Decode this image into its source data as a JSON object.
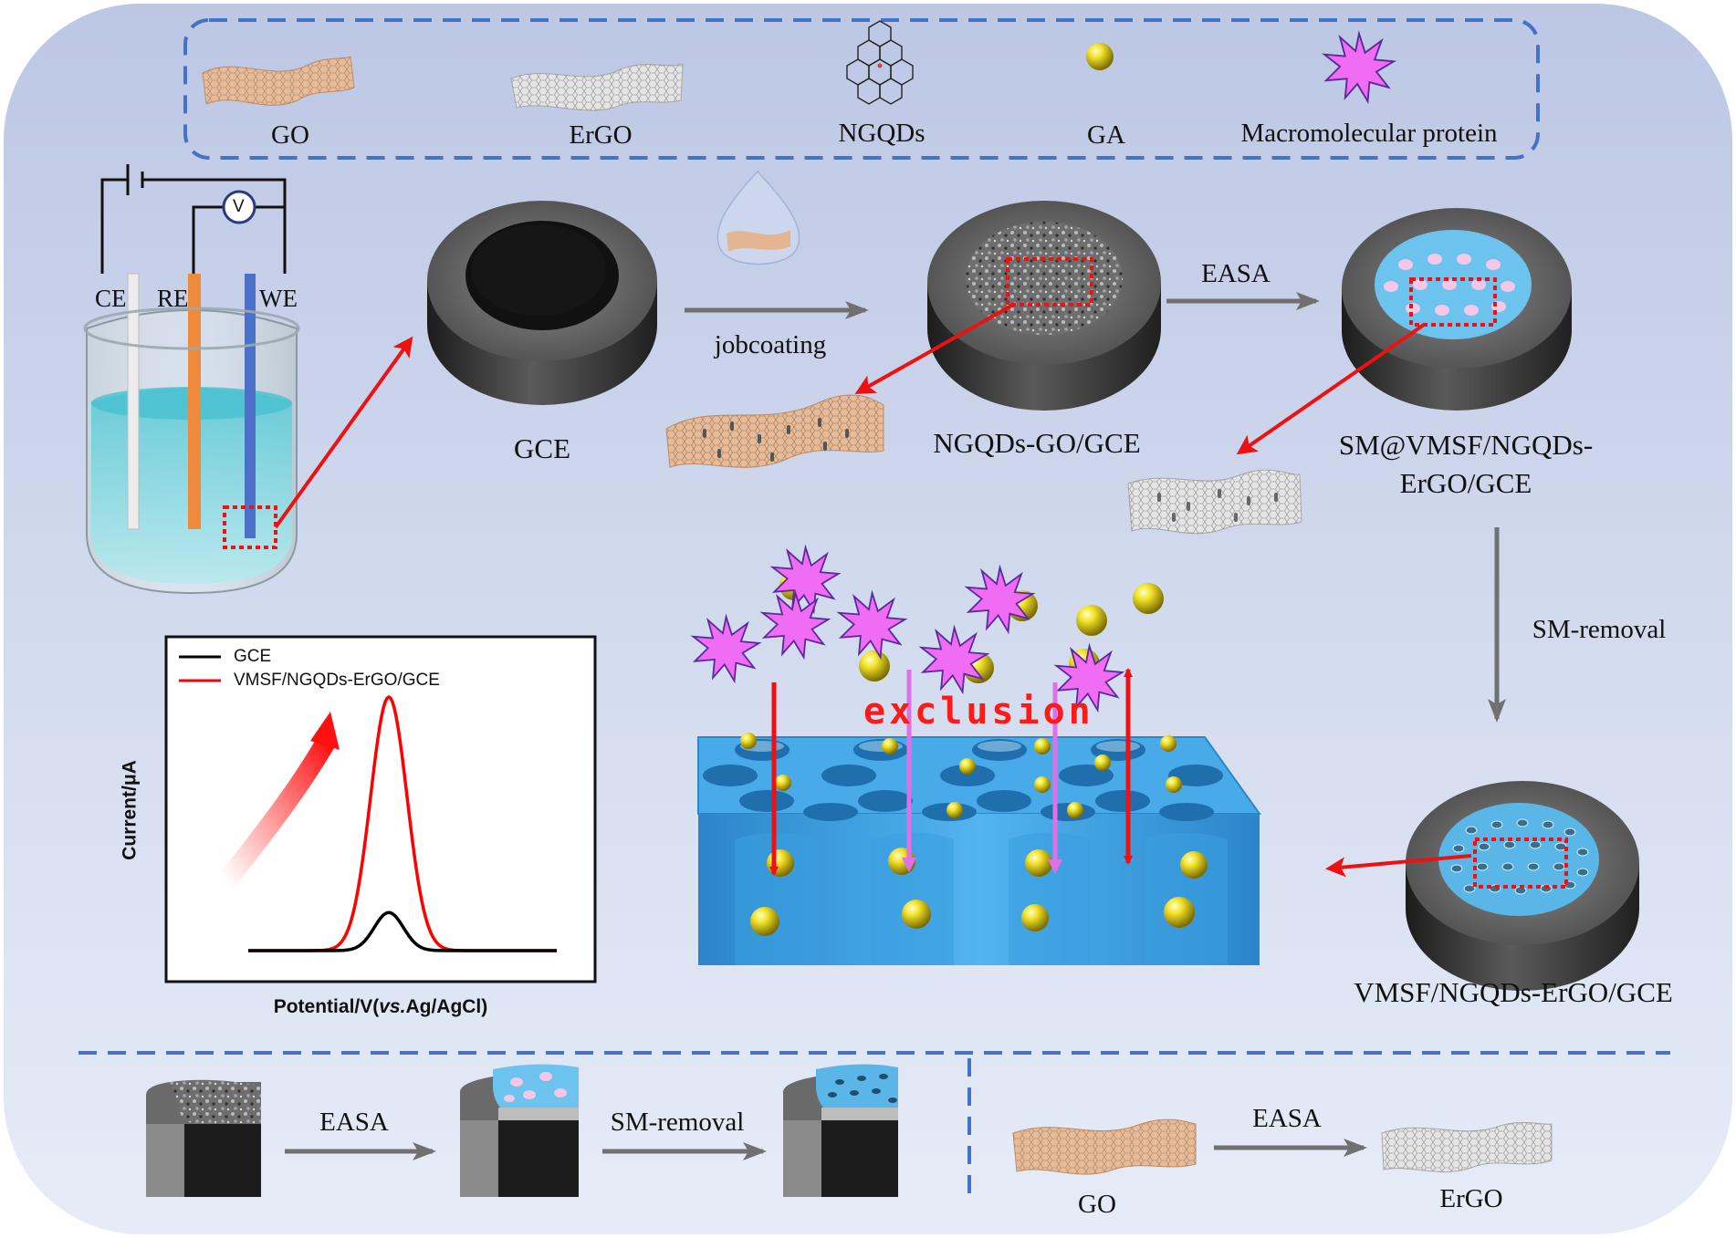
{
  "legend": {
    "go": "GO",
    "ergo": "ErGO",
    "ngqds": "NGQDs",
    "ga": "GA",
    "protein": "Macromolecular protein"
  },
  "cell": {
    "ce": "CE",
    "re": "RE",
    "we": "WE",
    "voltmeter": "V"
  },
  "steps": {
    "gce": "GCE",
    "jobcoating": "jobcoating",
    "ngqds_go": "NGQDs-GO/GCE",
    "easa": "EASA",
    "sm_line1": "SM@VMSF/NGQDs-",
    "sm_line2": "ErGO/GCE",
    "sm_removal": "SM-removal",
    "vmsf": "VMSF/NGQDs-ErGO/GCE",
    "exclusion": "exclusion"
  },
  "chart_data": {
    "type": "line",
    "title": "",
    "xlabel": "Potential/V(vs.Ag/AgCl)",
    "xlabel_parts": [
      "Potential/V(",
      "vs.",
      "Ag/AgCl)"
    ],
    "ylabel": "Current/μA",
    "ticks": "none",
    "legend_position": "top-left",
    "series": [
      {
        "name": "GCE",
        "color": "#000000",
        "peak": 0.15
      },
      {
        "name": "VMSF/NGQDs-ErGO/GCE",
        "color": "#ff0000",
        "peak": 1.0
      }
    ]
  },
  "bottom": {
    "easa_left": "EASA",
    "sm_removal": "SM-removal",
    "easa_right": "EASA",
    "go": "GO",
    "ergo": "ErGO"
  },
  "colors": {
    "dashed_border": "#4472c4",
    "arrow_red": "#ee1111",
    "arrow_gray": "#7f7f7f",
    "pore_blue": "#3ea2e6",
    "gold": "#d6c21a",
    "protein": "#ee66ee",
    "go_sheet": "#d9a57a",
    "exclusion_text": "#ff1a1a"
  }
}
